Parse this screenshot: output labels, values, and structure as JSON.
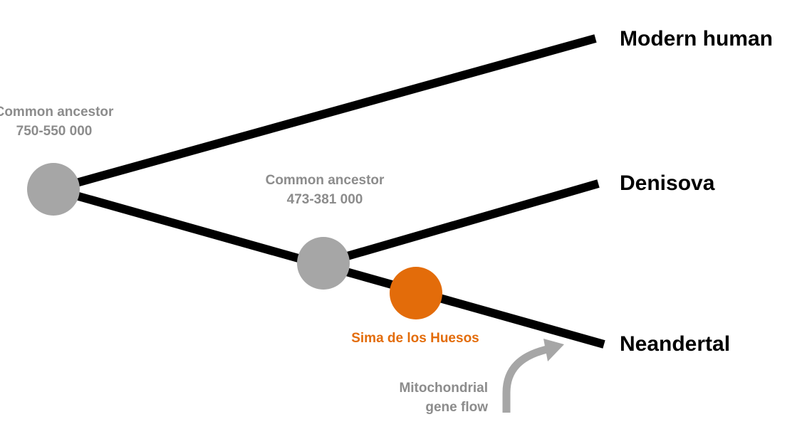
{
  "tips": {
    "modern_human": "Modern human",
    "denisova": "Denisova",
    "neandertal": "Neandertal"
  },
  "nodes": {
    "root": {
      "name": "Common ancestor",
      "age": "750-550 000"
    },
    "inner": {
      "name": "Common ancestor",
      "age": "473-381 000"
    },
    "sima": {
      "name": "Sima de los Huesos"
    }
  },
  "gene_flow": {
    "line1": "Mitochondrial",
    "line2": "gene flow"
  },
  "colors": {
    "branch": "#000000",
    "ancestor_node": "#a6a6a6",
    "highlight_node": "#e36c0a",
    "node_label": "#8c8c8c",
    "gene_flow_arrow": "#a6a6a6"
  }
}
